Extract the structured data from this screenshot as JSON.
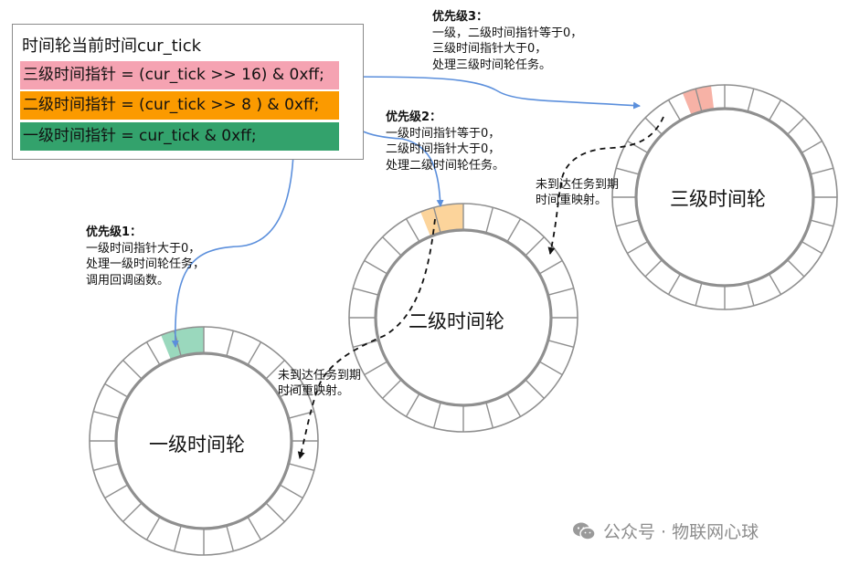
{
  "colors": {
    "level3": "#f5a3b2",
    "level2": "#fb9a00",
    "level1": "#33a26c",
    "ring_stroke": "#8f8f8f",
    "slot_level3": "#f7b2a6",
    "slot_level2": "#fcd49b",
    "slot_level1": "#9ad8bd",
    "arrow_blue": "#5b8fdc",
    "arrow_dash": "#111111",
    "watermark": "#8d8d8d"
  },
  "box": {
    "title": "时间轮当前时间cur_tick",
    "bars": [
      {
        "level": "level3",
        "text": "三级时间指针 = (cur_tick >> 16) & 0xff;"
      },
      {
        "level": "level2",
        "text": "二级时间指针 = (cur_tick >> 8 ) & 0xff;"
      },
      {
        "level": "level1",
        "text": "一级时间指针 = cur_tick & 0xff;"
      }
    ]
  },
  "notes": {
    "p3": {
      "head": "优先级3：",
      "lines": [
        "一级，二级时间指针等于0，",
        "三级时间指针大于0，",
        "处理三级时间轮任务。"
      ]
    },
    "p2": {
      "head": "优先级2：",
      "lines": [
        "一级时间指针等于0，",
        "二级时间指针大于0，",
        "处理二级时间轮任务。"
      ]
    },
    "p1": {
      "head": "优先级1：",
      "lines": [
        "一级时间指针大于0，",
        "处理一级时间轮任务，",
        "调用回调函数。"
      ]
    }
  },
  "remap_labels": {
    "upper": [
      "未到达任务到期",
      "时间重映射。"
    ],
    "lower": [
      "未到达任务到期",
      "时间重映射。"
    ]
  },
  "wheels": {
    "level3": {
      "title": "三级时间轮",
      "segments": 24,
      "active_slots": 1
    },
    "level2": {
      "title": "二级时间轮",
      "segments": 24,
      "active_slots": 1
    },
    "level1": {
      "title": "一级时间轮",
      "segments": 24,
      "active_slots": 1
    }
  },
  "watermark": {
    "icon": "wechat-icon",
    "text": "公众号 · 物联网心球"
  }
}
